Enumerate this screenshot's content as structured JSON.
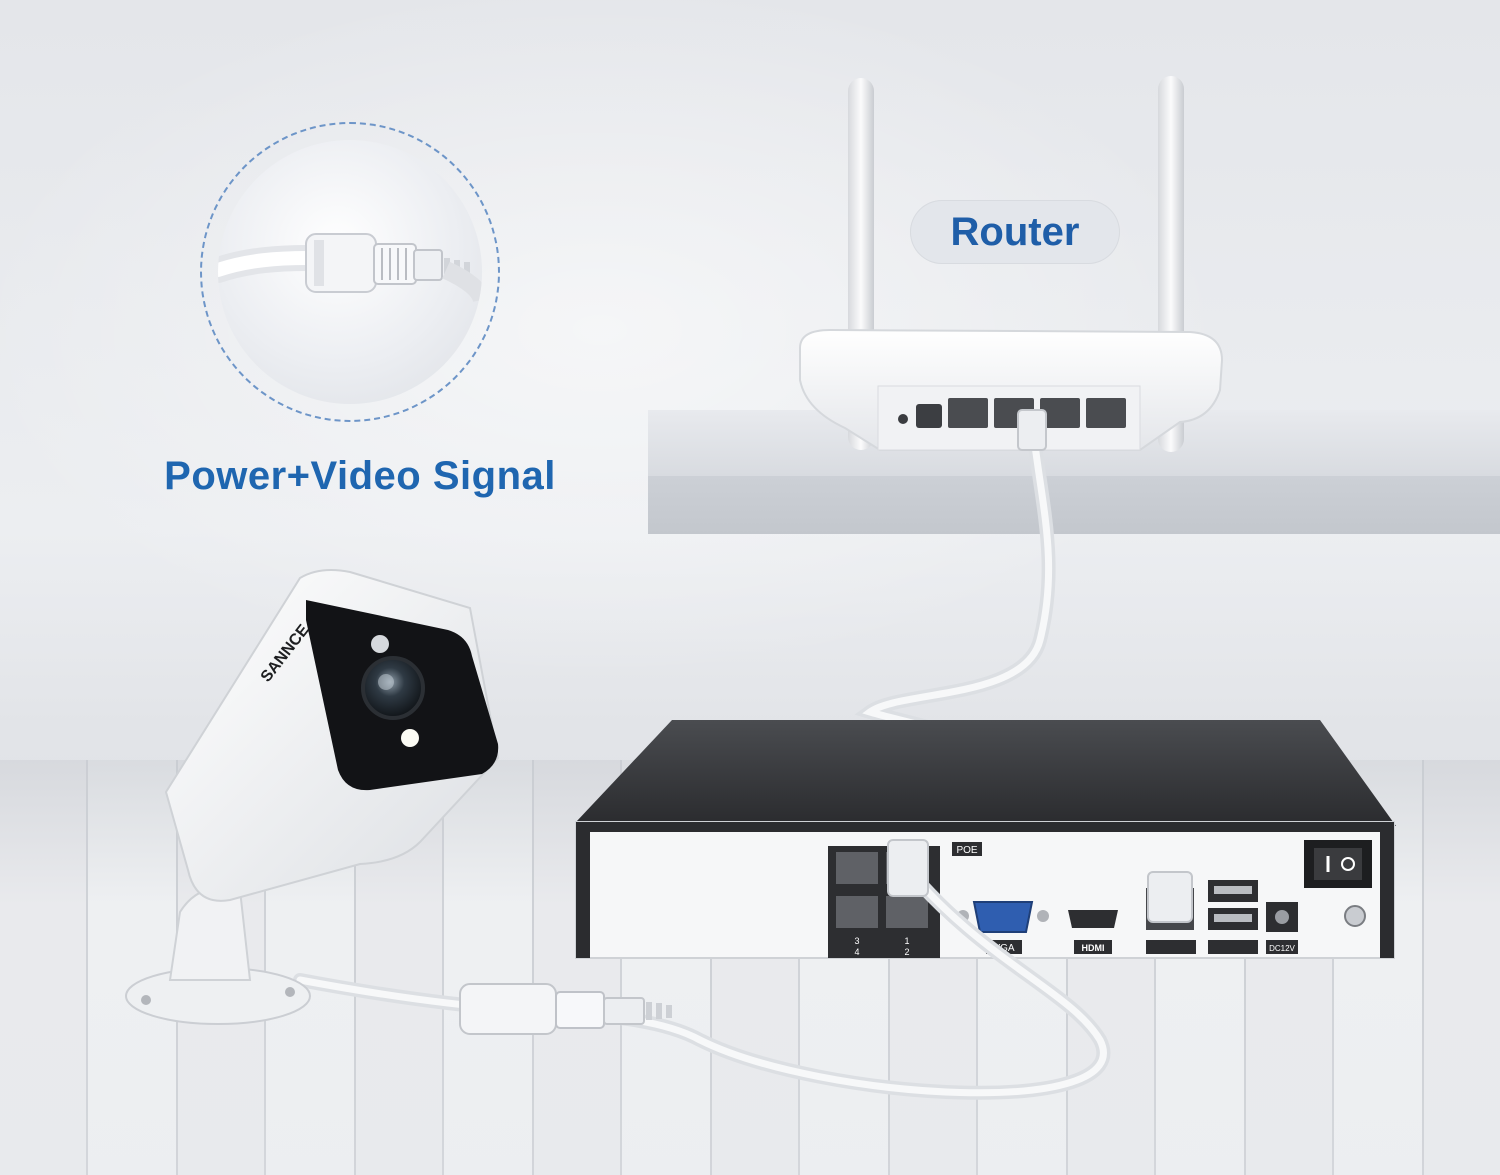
{
  "labels": {
    "power_video_signal": "Power+Video Signal",
    "router": "Router"
  },
  "camera": {
    "brand": "SANNCE"
  },
  "nvr": {
    "poe_label": "POE",
    "port_numbers_top": [
      "3",
      "1"
    ],
    "port_numbers_bottom": [
      "4",
      "2"
    ],
    "vga_label": "VGA",
    "hdmi_label": "HDMI",
    "dc_label": "DC12V"
  },
  "colors": {
    "label_blue": "#1f66b0",
    "router_text_blue": "#1f5ea8",
    "zoom_dash": "#6d95c8"
  }
}
